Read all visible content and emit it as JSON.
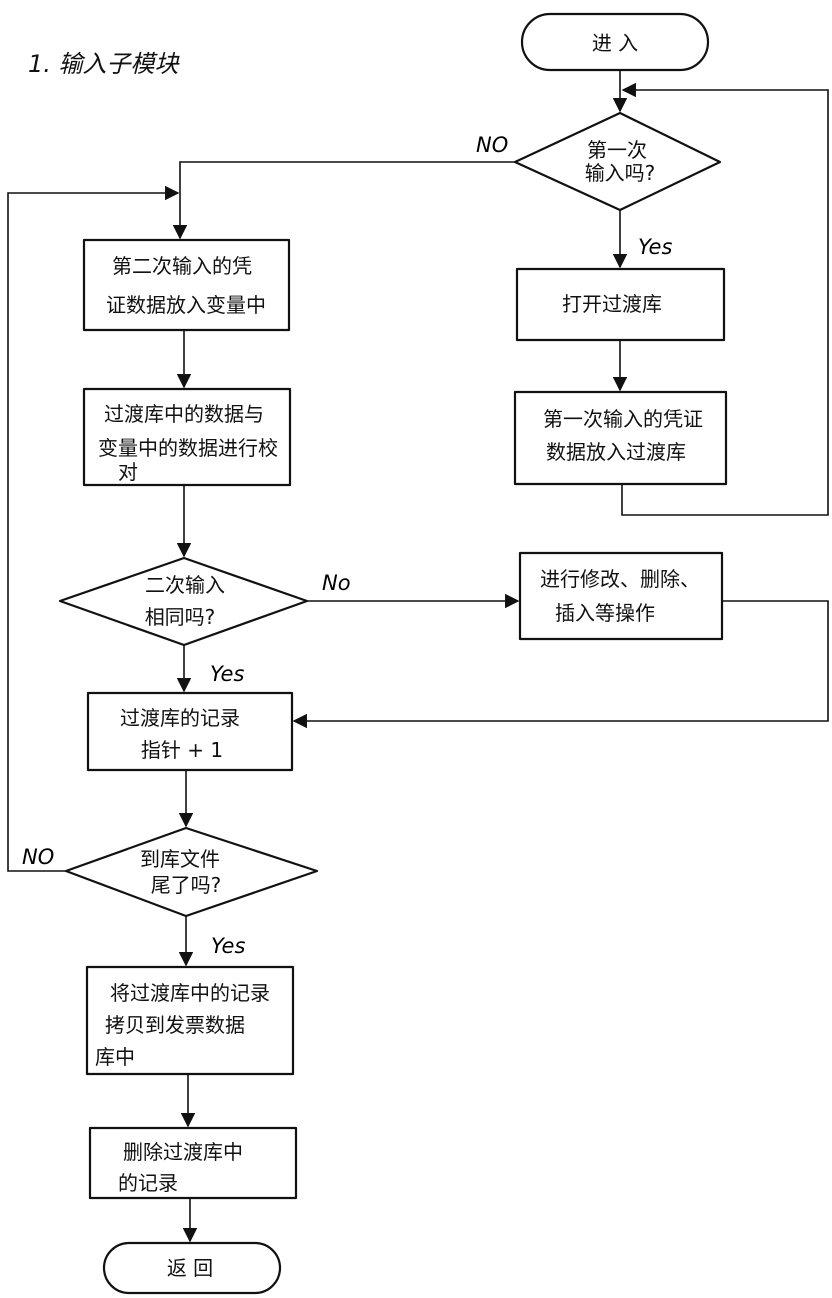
{
  "title": "1. 输入子模块",
  "nodes": {
    "start": "进  入",
    "first_input": [
      "第一次",
      "输入吗?"
    ],
    "open_transition": "打开过渡库",
    "put_first": [
      "第一次输入的凭证",
      "数据放入过渡库"
    ],
    "put_second": [
      "第二次输入的凭",
      "证数据放入变量中"
    ],
    "compare": [
      "过渡库中的数据与",
      "变量中的数据进行校",
      "对"
    ],
    "same_check": [
      "二次输入",
      "相同吗?"
    ],
    "modify": [
      "进行修改、删除、",
      "插入等操作"
    ],
    "pointer": [
      "过渡库的记录",
      "指针 + 1"
    ],
    "end_check": [
      "到库文件",
      "尾了吗?"
    ],
    "copy": [
      "将过渡库中的记录",
      "拷贝到发票数据",
      "库中"
    ],
    "delete": [
      "删除过渡库中",
      "的记录"
    ],
    "return": "返  回"
  },
  "edges": {
    "first_yes": "Yes",
    "first_no": "NO",
    "same_no": "No",
    "same_yes": "Yes",
    "end_no": "NO",
    "end_yes": "Yes"
  }
}
